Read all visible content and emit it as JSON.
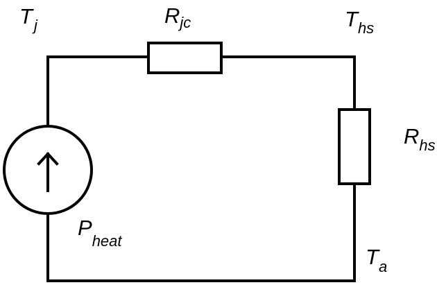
{
  "labels": {
    "tj": {
      "main": "T",
      "sub": "j"
    },
    "rjc": {
      "main": "R",
      "sub": "jc"
    },
    "ths": {
      "main": "T",
      "sub": "hs"
    },
    "rhs": {
      "main": "R",
      "sub": "hs"
    },
    "pheat": {
      "main": "P",
      "sub": "heat"
    },
    "ta": {
      "main": "T",
      "sub": "a"
    }
  },
  "colors": {
    "line": "#000000",
    "background": "#ffffff"
  },
  "icons": {
    "source_arrow": "up-arrow-icon"
  }
}
